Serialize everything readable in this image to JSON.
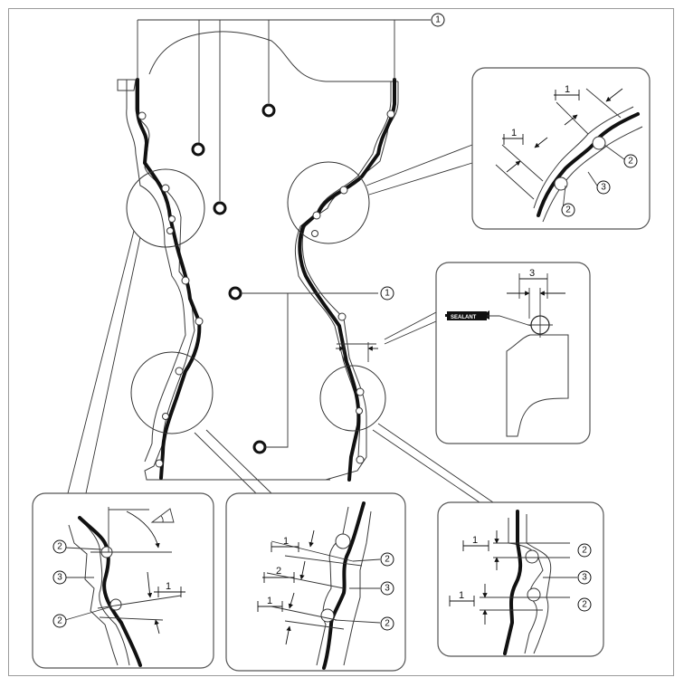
{
  "callouts": {
    "gasket_sealant": "1",
    "spacing_mark": "2",
    "bead": "3"
  },
  "dimensions": {
    "one": "1",
    "two": "2",
    "three": "3"
  },
  "sealant_tube_label": "SEALANT",
  "colors": {
    "line": "#111111",
    "frame": "#9a9a9a",
    "panel_border": "#555555"
  }
}
